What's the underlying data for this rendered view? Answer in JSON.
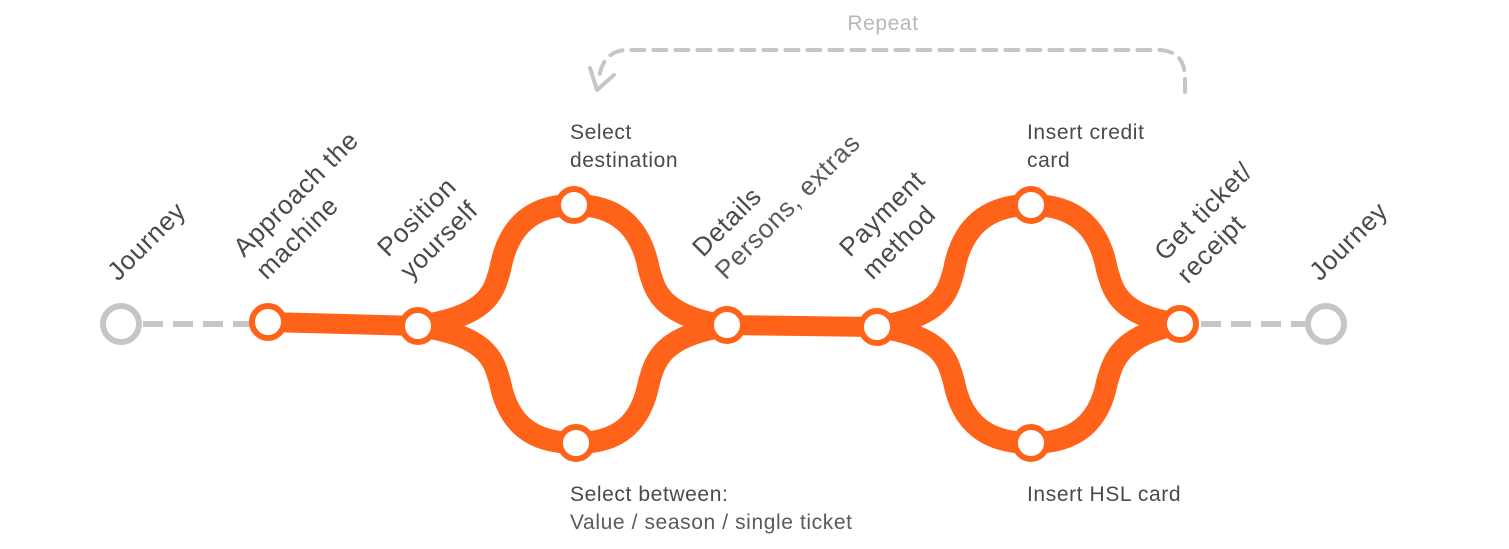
{
  "colors": {
    "accent": "#ff6319",
    "muted": "#c6c6c6",
    "text": "#4a4a4a",
    "repeat": "#b8b8b8"
  },
  "repeat_label": "Repeat",
  "steps": {
    "journey_start": "Journey",
    "approach_line1": "Approach the",
    "approach_line2": "machine",
    "position_line1": "Position",
    "position_line2": "yourself",
    "select_dest_line1": "Select",
    "select_dest_line2": "destination",
    "select_between_line1": "Select between:",
    "select_between_line2": "Value / season / single ticket",
    "details_title": "Details",
    "details_sub": "Persons, extras",
    "payment_line1": "Payment",
    "payment_line2": "method",
    "credit_line1": "Insert credit",
    "credit_line2": "card",
    "hsl_card": "Insert HSL card",
    "get_ticket_line1": "Get ticket/",
    "get_ticket_line2": "receipt",
    "journey_end": "Journey"
  }
}
